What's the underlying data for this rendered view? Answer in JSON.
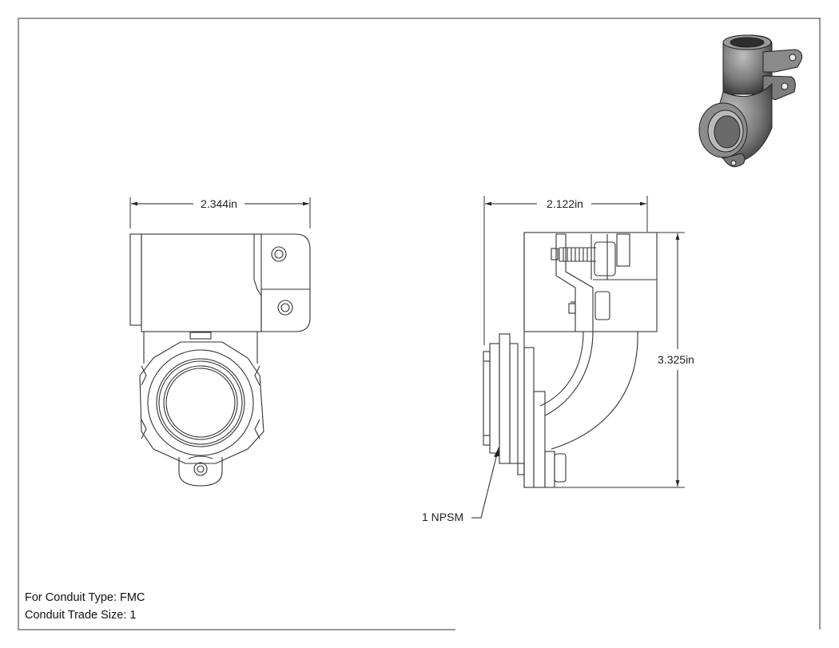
{
  "dimensions": {
    "front_width": "2.344in",
    "side_width": "2.122in",
    "side_height": "3.325in",
    "thread_callout": "1 NPSM"
  },
  "notes": {
    "conduit_type": "For Conduit Type: FMC",
    "trade_size": "Conduit Trade Size: 1"
  }
}
